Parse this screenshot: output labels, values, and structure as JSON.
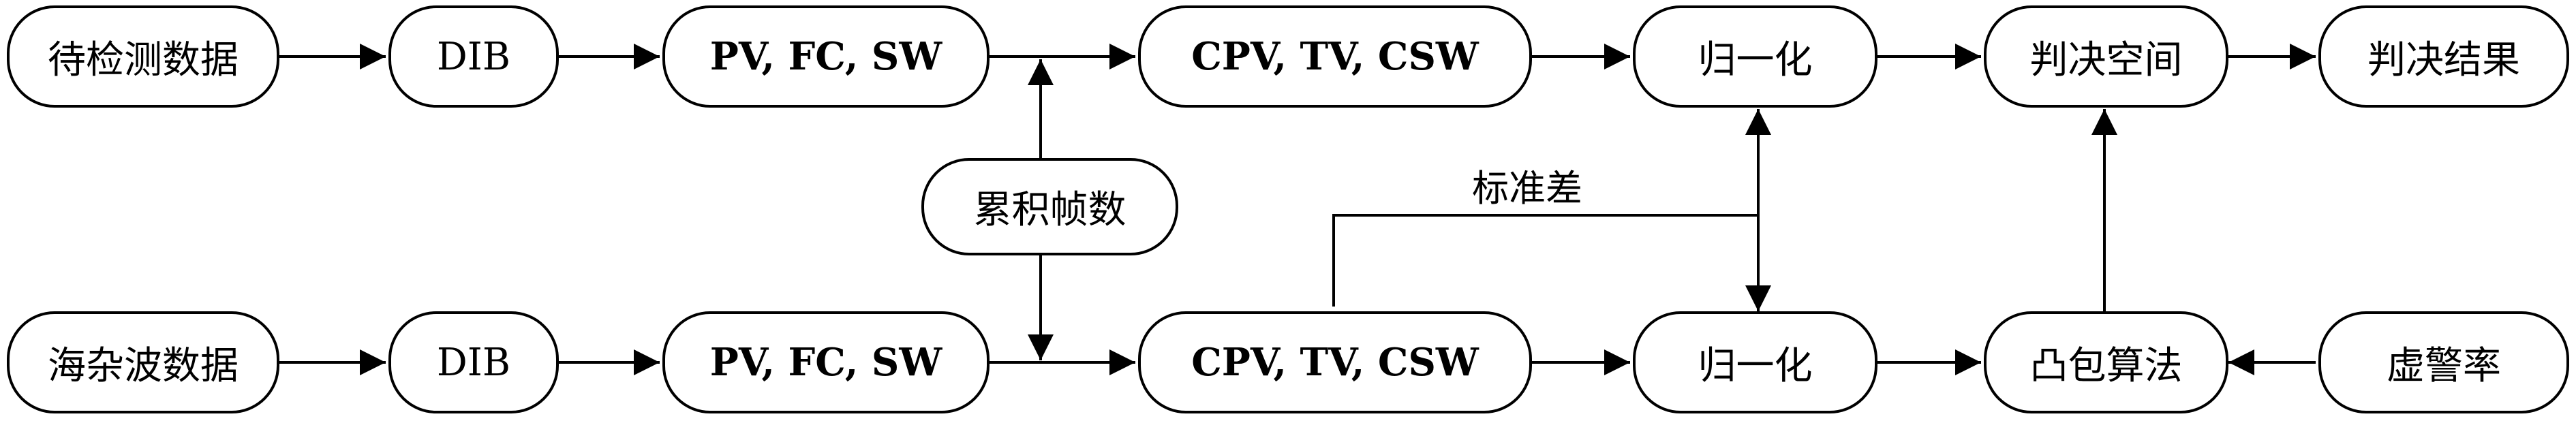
{
  "nodes": {
    "top_input": "待检测数据",
    "top_dib": "DIB",
    "top_features": "PV, FC, SW",
    "top_cumulative": "CPV, TV, CSW",
    "top_normalize": "归一化",
    "decision_space": "判决空间",
    "decision_result": "判决结果",
    "frames": "累积帧数",
    "bottom_input": "海杂波数据",
    "bottom_dib": "DIB",
    "bottom_features": "PV, FC, SW",
    "bottom_cumulative": "CPV, TV, CSW",
    "bottom_normalize": "归一化",
    "convex_hull": "凸包算法",
    "false_alarm": "虚警率"
  },
  "edge_labels": {
    "std": "标准差"
  }
}
